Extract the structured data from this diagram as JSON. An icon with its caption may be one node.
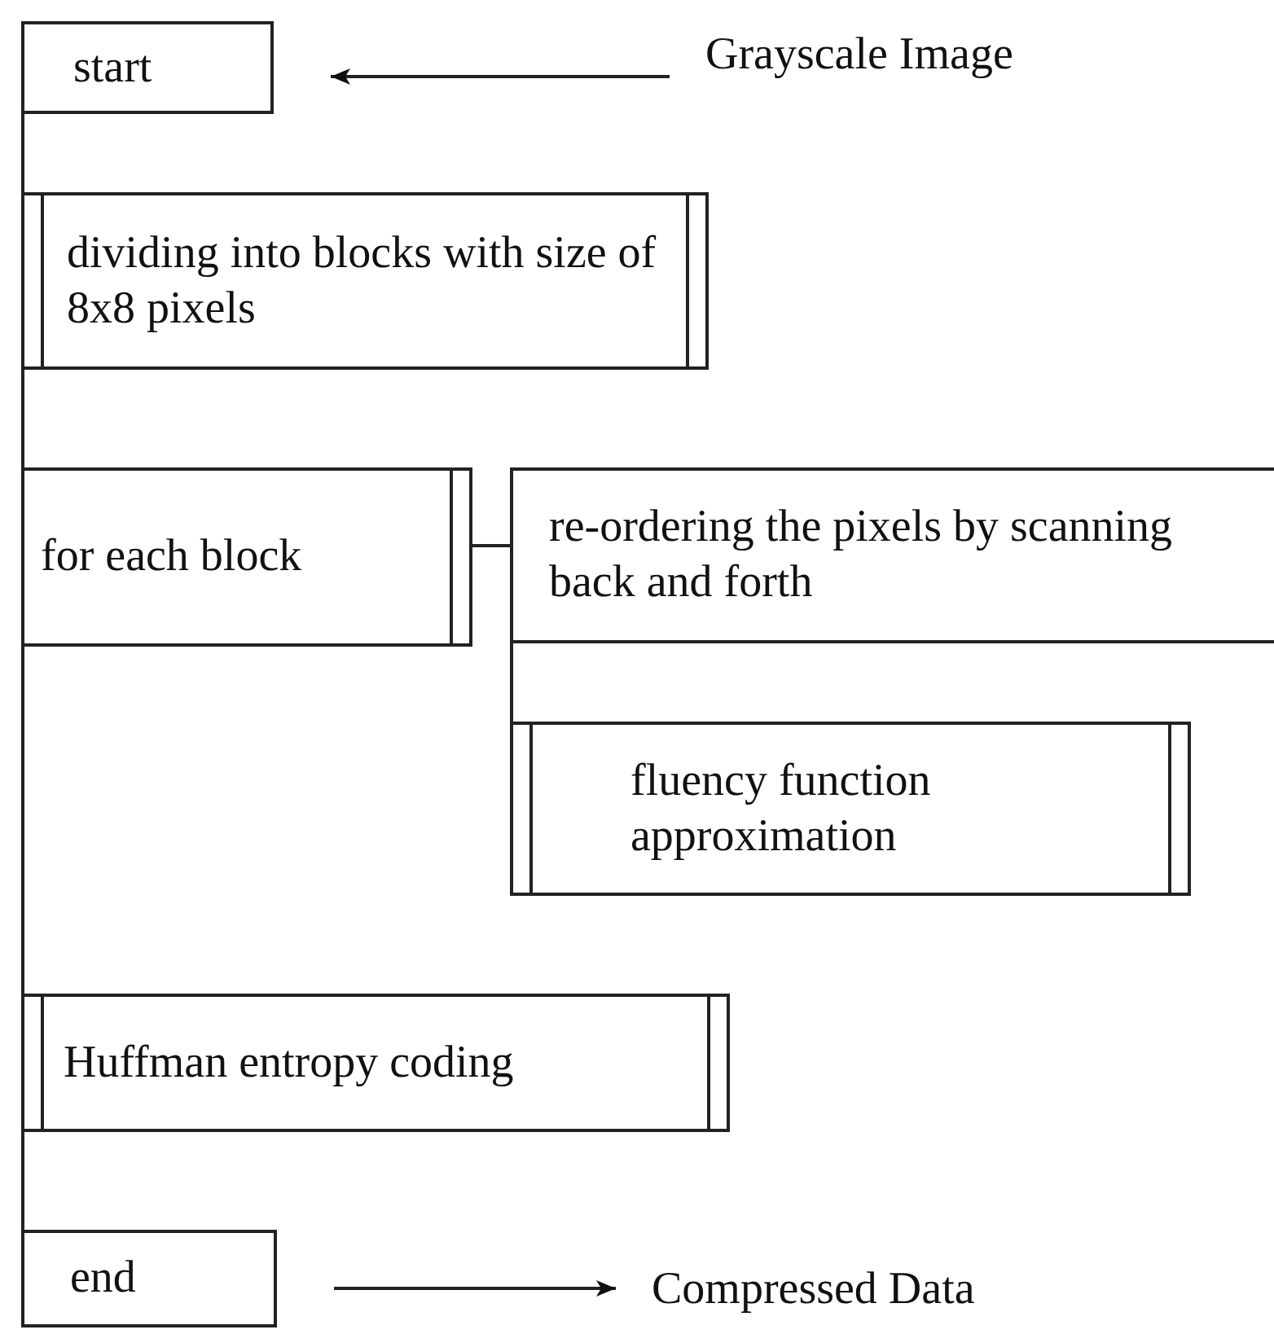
{
  "diagram": {
    "nodes": [
      {
        "text": [
          "Grayscale Image"
        ]
      },
      {
        "text": [
          "start"
        ]
      },
      {
        "text": [
          "dividing  into blocks with size of 8x8 pixels"
        ]
      },
      {
        "text": [
          "for each block"
        ]
      },
      {
        "text": [
          "re-ordering the pixels by scanning back and forth"
        ]
      },
      {
        "text": [
          "fluency function approximation"
        ]
      },
      {
        "text": [
          "Huffman entropy coding"
        ]
      },
      {
        "text": [
          "end"
        ]
      },
      {
        "text": [
          "Compressed Data"
        ]
      }
    ],
    "edges": [
      {
        "from": 0,
        "to": 1,
        "arrow": "to"
      },
      {
        "from": 1,
        "to": 2,
        "arrow": "none"
      },
      {
        "from": 2,
        "to": 3,
        "arrow": "none"
      },
      {
        "from": 3,
        "to": 4,
        "arrow": "none"
      },
      {
        "from": 4,
        "to": 5,
        "arrow": "none"
      },
      {
        "from": 3,
        "to": 6,
        "arrow": "none"
      },
      {
        "from": 6,
        "to": 7,
        "arrow": "none"
      },
      {
        "from": 7,
        "to": 8,
        "arrow": "to"
      }
    ]
  }
}
